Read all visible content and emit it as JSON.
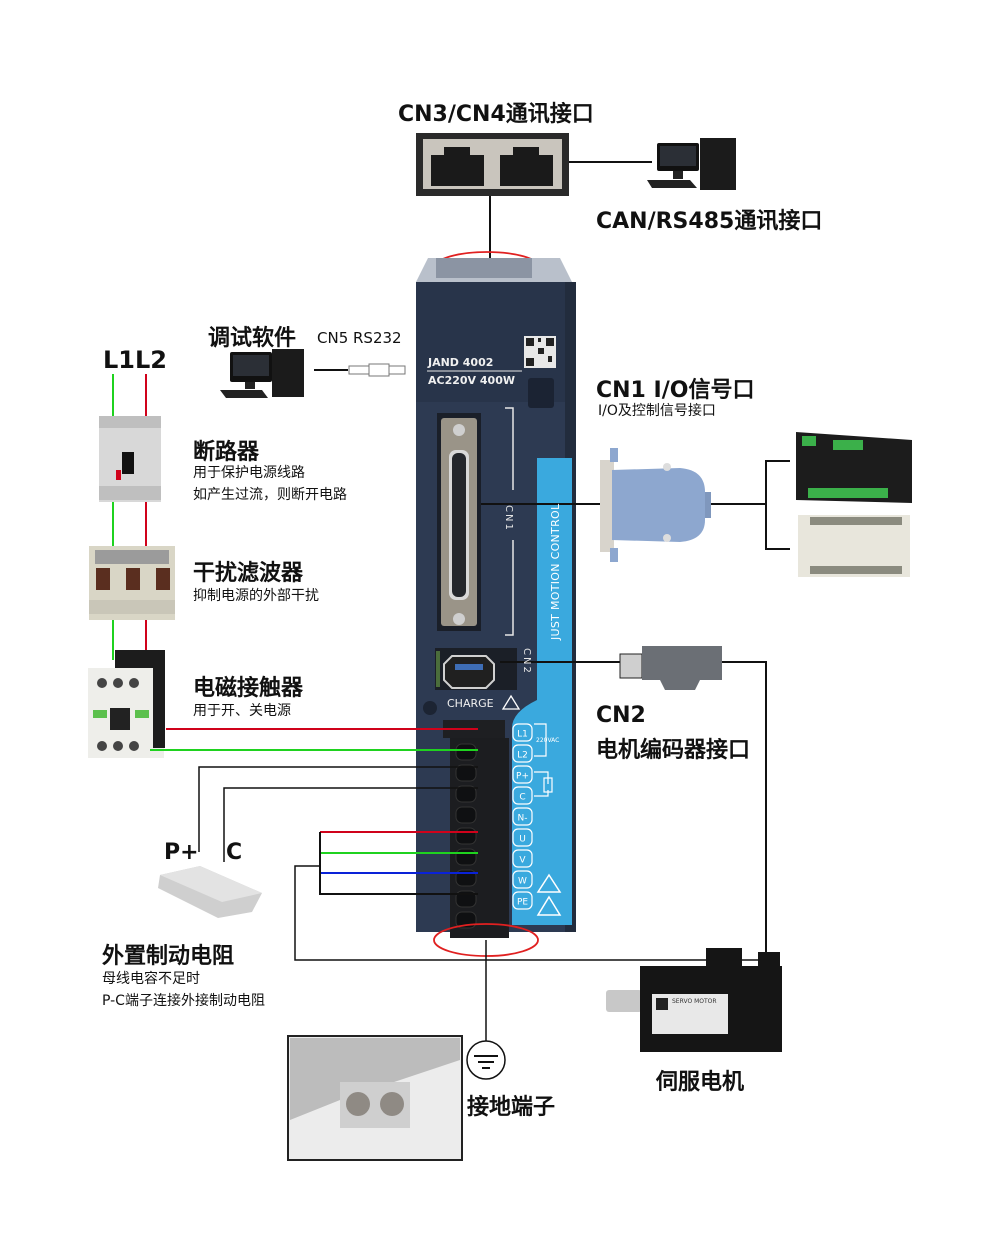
{
  "labels": {
    "cn3_cn4": {
      "title": "CN3/CN4通讯接口"
    },
    "can_rs485": {
      "title": "CAN/RS485通讯接口"
    },
    "debug_software": {
      "title": "调试软件",
      "port": "CN5 RS232"
    },
    "power_input": {
      "title": "L1L2"
    },
    "breaker": {
      "title": "断路器",
      "lines": [
        "用于保护电源线路",
        "如产生过流，则断开电路"
      ]
    },
    "filter": {
      "title": "干扰滤波器",
      "lines": [
        "抑制电源的外部干扰"
      ]
    },
    "contactor": {
      "title": "电磁接触器",
      "lines": [
        "用于开、关电源"
      ]
    },
    "cn1": {
      "title": "CN1  I/O信号口",
      "lines": [
        "I/O及控制信号接口"
      ]
    },
    "cn2": {
      "title": "CN2",
      "subtitle": "电机编码器接口"
    },
    "brake_resistor": {
      "title": "外置制动电阻",
      "terminal_p": "P+",
      "terminal_c": "C",
      "lines": [
        "母线电容不足时",
        "P-C端子连接外接制动电阻"
      ]
    },
    "ground": {
      "title": "接地端子"
    },
    "servo_motor": {
      "title": "伺服电机",
      "nameplate": "SERVO MOTOR"
    }
  },
  "drive": {
    "model": "JAND 4002",
    "rating": "AC220V 400W",
    "brand_strip": "JUST MOTION CONTROL",
    "cn1_label": "CN1",
    "cn2_label": "CN2",
    "charge_label": "CHARGE",
    "voltage_note": "220VAC",
    "terminals": [
      "L1",
      "L2",
      "P+",
      "C",
      "N-",
      "U",
      "V",
      "W",
      "PE"
    ]
  },
  "colors": {
    "drive_body": "#2d3a52",
    "accent_strip": "#3aa9de",
    "wire_red": "#d0021b",
    "wire_green": "#1fd21f",
    "wire_blue": "#0a22d8",
    "wire_black": "#111111",
    "highlight_ellipse": "#e02020"
  }
}
